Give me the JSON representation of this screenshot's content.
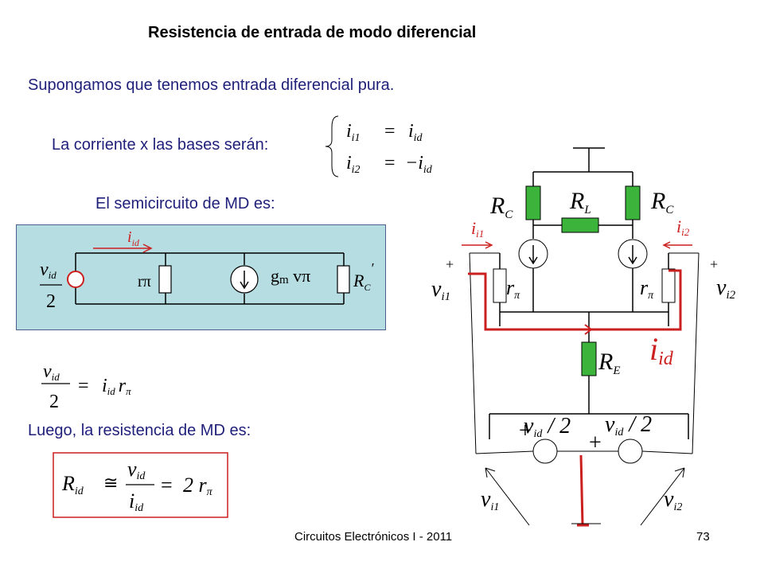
{
  "title": "Resistencia de entrada de modo diferencial",
  "line1": "Supongamos que tenemos entrada diferencial pura.",
  "line2": "La corriente x las bases serán:",
  "line3": "El semicircuito de MD es:",
  "line4": "Luego, la resistencia de MD es:",
  "footer": "Circuitos Electrónicos I - 2011",
  "page_number": "73",
  "half_circuit": {
    "source_num": "v",
    "source_num_sub": "id",
    "source_den": "2",
    "current": "i",
    "current_sub": "id",
    "r_label": "r",
    "r_sub": "π",
    "gm_label": "g",
    "gm_sub": "m",
    "gm_v": " v",
    "gm_pi": "π",
    "rc_label": "R",
    "rc_sub": "C",
    "rc_prime": "′"
  },
  "equations": {
    "eq1_lhs": "i",
    "eq1_lhs_sub": "i1",
    "eq1_rhs": "i",
    "eq1_rhs_sub": "id",
    "eq2_lhs": "i",
    "eq2_lhs_sub": "i2",
    "eq2_rhs": "−i",
    "eq2_rhs_sub": "id",
    "eq3_num": "v",
    "eq3_num_sub": "id",
    "eq3_den": "2",
    "eq3_rhs": "i",
    "eq3_rhs_sub": "id",
    "eq3_r": "r",
    "eq3_r_sub": "π",
    "eq4_lhs": "R",
    "eq4_lhs_sub": "id",
    "eq4_sym": "≅",
    "eq4_num": "v",
    "eq4_num_sub": "id",
    "eq4_den": "i",
    "eq4_den_sub": "id",
    "eq4_rhs": "2 r",
    "eq4_rhs_sub": "π"
  },
  "circuit": {
    "rc": "R",
    "rc_sub": "C",
    "rl": "R",
    "rl_sub": "L",
    "re": "R",
    "re_sub": "E",
    "i1": "i",
    "i1_sub": "i1",
    "i2": "i",
    "i2_sub": "i2",
    "iid": "i",
    "iid_sub": "id",
    "rpi": "r",
    "rpi_sub": "π",
    "vi1": "v",
    "vi1_sub": "i1",
    "vi2": "v",
    "vi2_sub": "i2",
    "vid2": "v",
    "vid2_sub": "id",
    "vid2_slash": " / 2",
    "plus": "+"
  },
  "colors": {
    "text_blue": "#1f1f7a",
    "box_fill": "#b6dde2",
    "resistor_green": "#3cb43c",
    "wire_red": "#cc1f1f"
  }
}
